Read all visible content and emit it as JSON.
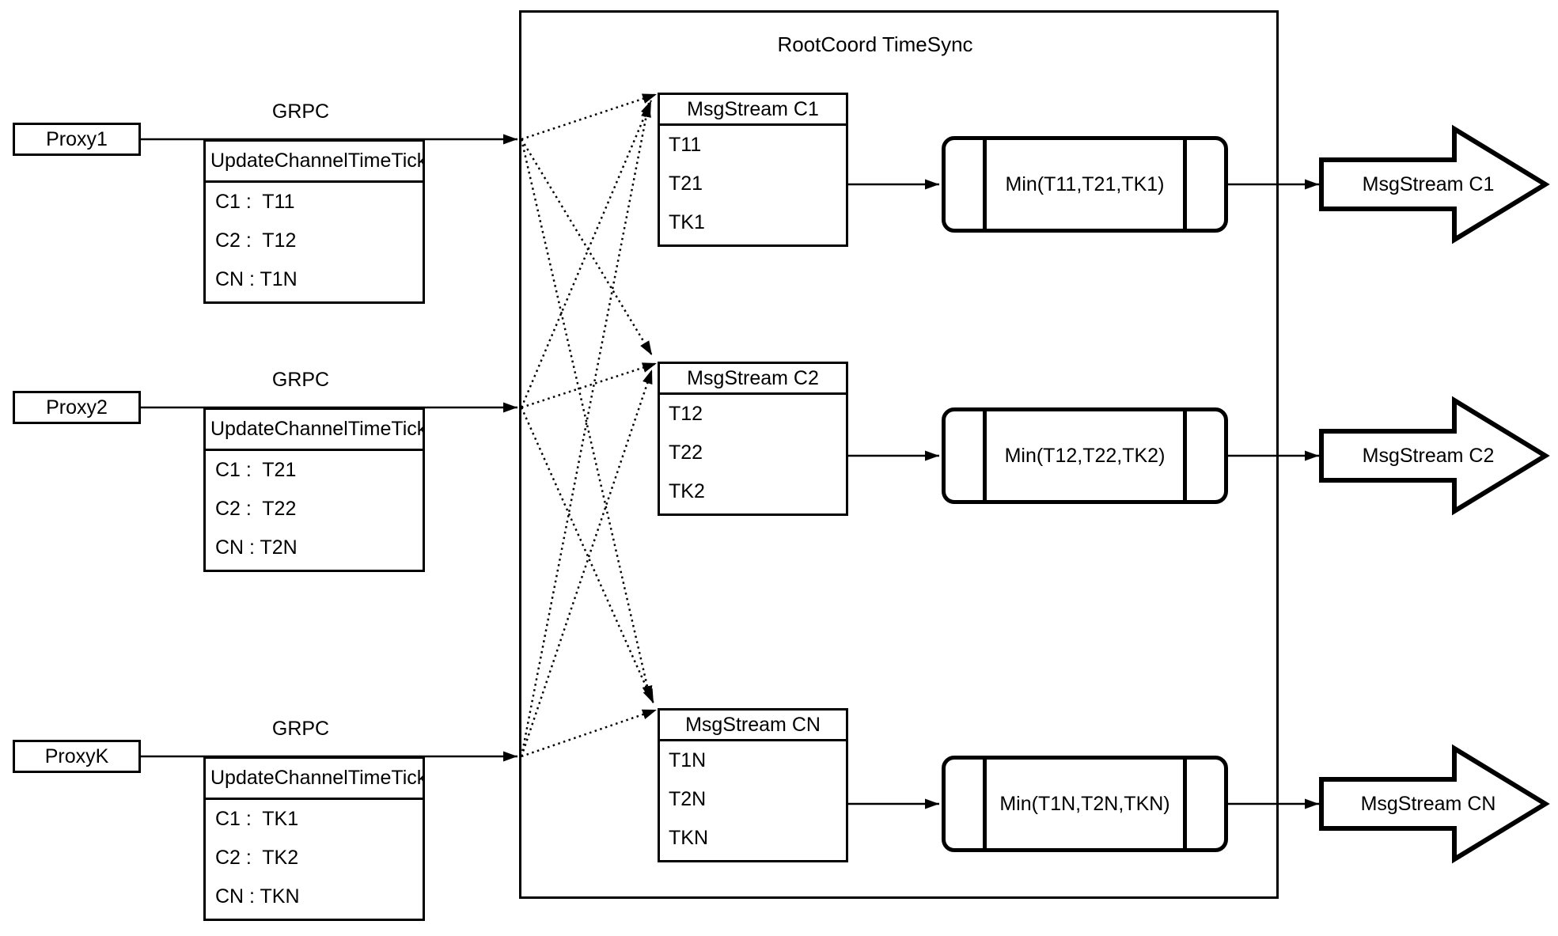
{
  "title": "RootCoord TimeSync",
  "colors": {
    "stroke": "#000000",
    "background": "#ffffff"
  },
  "rows": [
    {
      "proxy_label": "Proxy1",
      "grpc_label": "GRPC",
      "update_table": {
        "header": "UpdateChannelTimeTick",
        "rows": [
          "C1 :  T11",
          "C2 :  T12",
          "CN : T1N"
        ]
      },
      "stream_table": {
        "header": "MsgStream C1",
        "rows": [
          "T11",
          "T21",
          "TK1"
        ]
      },
      "min_label": "Min(T11,T21,TK1)",
      "output_label": "MsgStream C1"
    },
    {
      "proxy_label": "Proxy2",
      "grpc_label": "GRPC",
      "update_table": {
        "header": "UpdateChannelTimeTick",
        "rows": [
          "C1 :  T21",
          "C2 :  T22",
          "CN : T2N"
        ]
      },
      "stream_table": {
        "header": "MsgStream C2",
        "rows": [
          "T12",
          "T22",
          "TK2"
        ]
      },
      "min_label": "Min(T12,T22,TK2)",
      "output_label": "MsgStream C2"
    },
    {
      "proxy_label": "ProxyK",
      "grpc_label": "GRPC",
      "update_table": {
        "header": "UpdateChannelTimeTick",
        "rows": [
          "C1 :  TK1",
          "C2 :  TK2",
          "CN : TKN"
        ]
      },
      "stream_table": {
        "header": "MsgStream CN",
        "rows": [
          "T1N",
          "T2N",
          "TKN"
        ]
      },
      "min_label": "Min(T1N,T2N,TKN)",
      "output_label": "MsgStream CN"
    }
  ]
}
